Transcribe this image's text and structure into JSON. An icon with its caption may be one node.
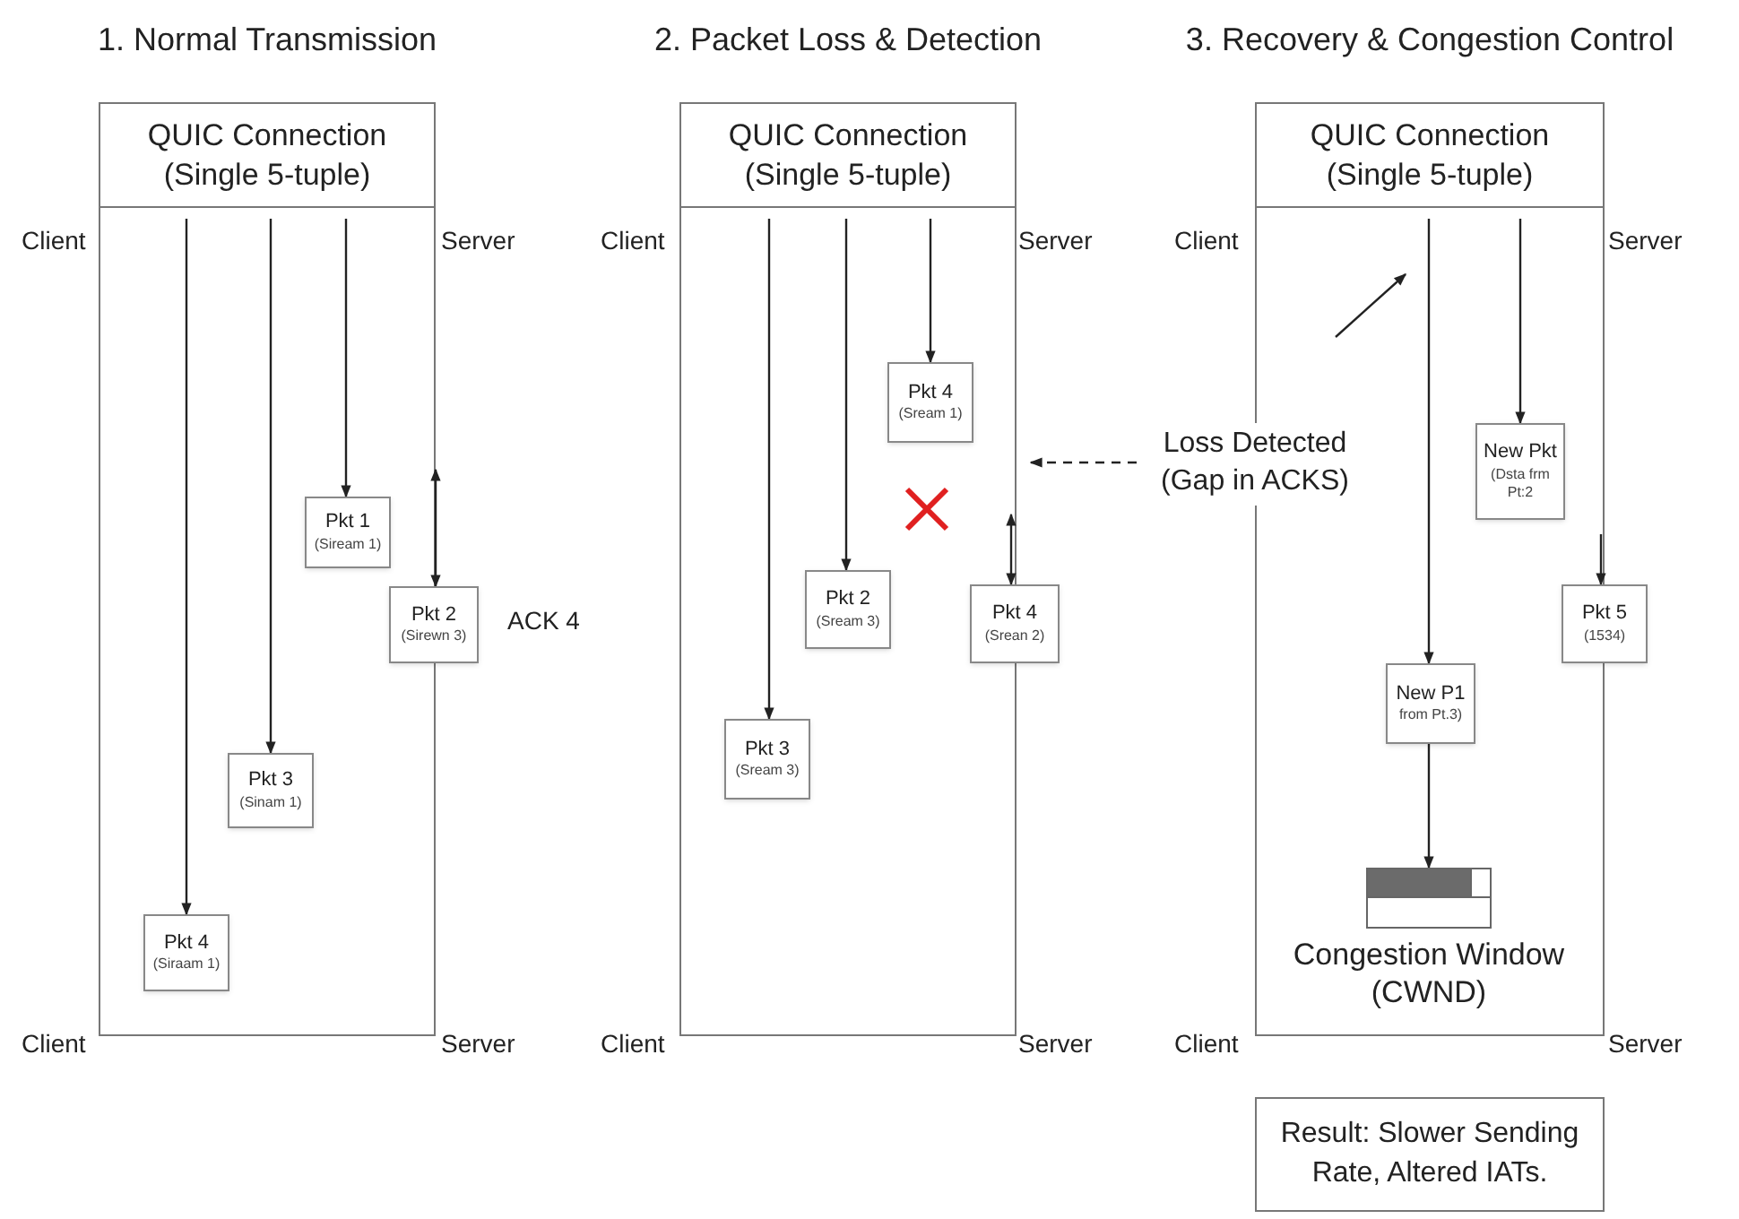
{
  "diagram": {
    "nodes": [
      {
        "text": [
          "1. Normal Transmission",
          "QUIC Connection (Single 5-tuple)"
        ]
      },
      {
        "text": [
          "Pkt 1",
          "(Siream 1)"
        ],
        "in": 0
      },
      {
        "text": [
          "Pkt 2",
          "(Sirewn 3)"
        ]
      },
      {
        "text": [
          "Pkt 3",
          "(Sinam 1)"
        ],
        "in": 0
      },
      {
        "text": [
          "Pkt 4",
          "(Siraam 1)"
        ],
        "in": 0
      },
      {
        "text": [
          "2. Packet Loss & Detection",
          "QUIC Connection (Single 5-tuple)"
        ]
      },
      {
        "text": [
          "Pkt 4",
          "(Sream 1)"
        ],
        "in": 5
      },
      {
        "text": [
          "Pkt 2",
          "(Sream 3)"
        ],
        "in": 5
      },
      {
        "text": [
          "Pkt 3",
          "(Sream 3)"
        ],
        "in": 5
      },
      {
        "text": [
          "Pkt 4",
          "(Srean 2)"
        ]
      },
      {
        "text": [
          "Loss Detected (Gap in ACKS)"
        ]
      },
      {
        "text": [
          "3. Recovery & Congestion Control",
          "QUIC Connection (Single 5-tuple)"
        ]
      },
      {
        "text": [
          "New Pkt",
          "(Dsta frm Pt:2"
        ],
        "in": 11
      },
      {
        "text": [
          "Pkt 5",
          "(1534)"
        ]
      },
      {
        "text": [
          "New P1",
          "from Pt.3)"
        ],
        "in": 11
      },
      {
        "text": [
          "Congestion Window (CWND)"
        ],
        "in": 11
      },
      {
        "text": [
          "Result: Slower Sending Rate, Altered IATs."
        ]
      }
    ],
    "edges": [
      {
        "from": null,
        "to": 1,
        "arrow": "to"
      },
      {
        "from": null,
        "to": 3,
        "arrow": "to"
      },
      {
        "from": null,
        "to": 4,
        "arrow": "to"
      },
      {
        "from": 0,
        "to": 2,
        "arrow": "both"
      },
      {
        "from": null,
        "to": 6,
        "arrow": "to"
      },
      {
        "from": null,
        "to": 7,
        "arrow": "to"
      },
      {
        "from": null,
        "to": 8,
        "arrow": "to"
      },
      {
        "from": 5,
        "to": 9,
        "arrow": "both"
      },
      {
        "from": 10,
        "to": 5,
        "arrow": "to",
        "style": "dashed"
      },
      {
        "from": null,
        "to": 12,
        "arrow": "to"
      },
      {
        "from": 11,
        "to": 13,
        "arrow": "to"
      },
      {
        "from": null,
        "to": 14,
        "arrow": "to"
      },
      {
        "from": 14,
        "to": 15,
        "arrow": "to"
      }
    ],
    "labels": [
      "Client",
      "Server",
      "Client",
      "Server",
      "Client",
      "Server",
      "ACK 4",
      "Client",
      "Server",
      "Client",
      "Server",
      "Client",
      "Server"
    ]
  }
}
